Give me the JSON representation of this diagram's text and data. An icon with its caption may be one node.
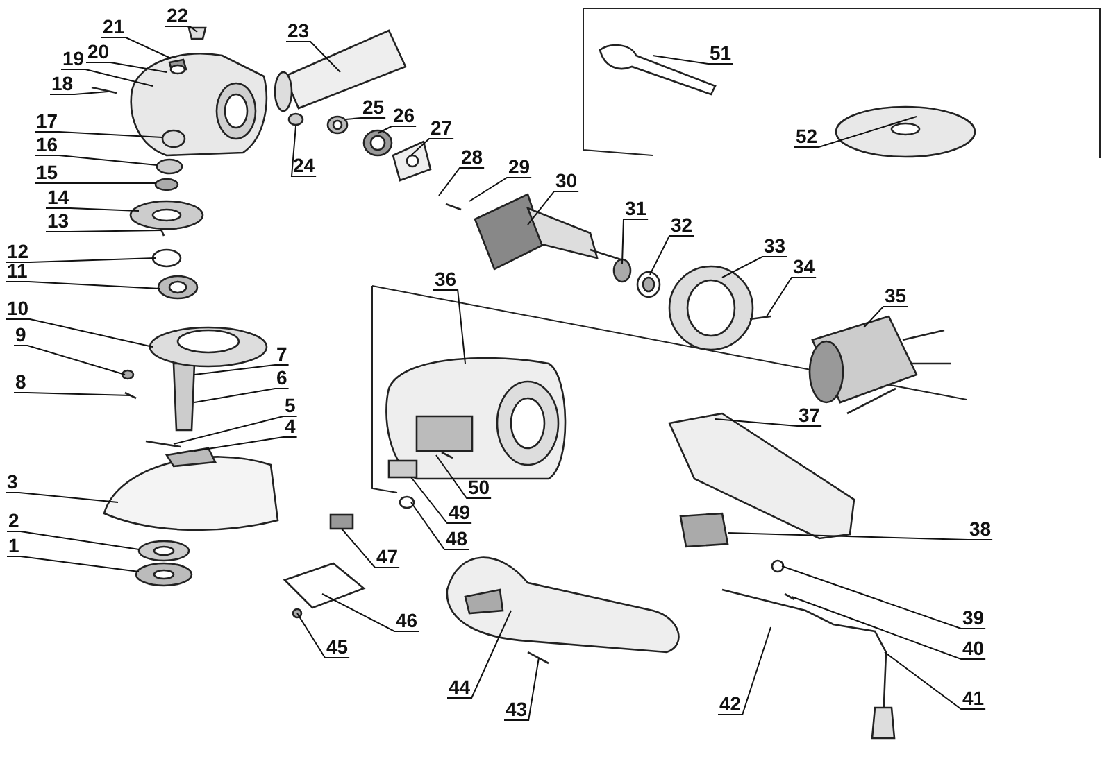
{
  "diagram": {
    "nodes": [
      {
        "text": [
          "1"
        ]
      },
      {
        "text": [
          "2"
        ]
      },
      {
        "text": [
          "3"
        ]
      },
      {
        "text": [
          "4"
        ]
      },
      {
        "text": [
          "5"
        ]
      },
      {
        "text": [
          "6"
        ]
      },
      {
        "text": [
          "7"
        ]
      },
      {
        "text": [
          "8"
        ]
      },
      {
        "text": [
          "9"
        ]
      },
      {
        "text": [
          "10"
        ]
      },
      {
        "text": [
          "11"
        ]
      },
      {
        "text": [
          "12"
        ]
      },
      {
        "text": [
          "13"
        ]
      },
      {
        "text": [
          "14"
        ]
      },
      {
        "text": [
          "15"
        ]
      },
      {
        "text": [
          "16"
        ]
      },
      {
        "text": [
          "17"
        ]
      },
      {
        "text": [
          "18"
        ]
      },
      {
        "text": [
          "19"
        ]
      },
      {
        "text": [
          "20"
        ]
      },
      {
        "text": [
          "21"
        ]
      },
      {
        "text": [
          "22"
        ]
      },
      {
        "text": [
          "23"
        ]
      },
      {
        "text": [
          "24"
        ]
      },
      {
        "text": [
          "25"
        ]
      },
      {
        "text": [
          "26"
        ]
      },
      {
        "text": [
          "27"
        ]
      },
      {
        "text": [
          "28"
        ]
      },
      {
        "text": [
          "29"
        ]
      },
      {
        "text": [
          "30"
        ]
      },
      {
        "text": [
          "31"
        ]
      },
      {
        "text": [
          "32"
        ]
      },
      {
        "text": [
          "33"
        ]
      },
      {
        "text": [
          "34"
        ]
      },
      {
        "text": [
          "35"
        ]
      },
      {
        "text": [
          "36"
        ]
      },
      {
        "text": [
          "37"
        ]
      },
      {
        "text": [
          "38"
        ]
      },
      {
        "text": [
          "39"
        ]
      },
      {
        "text": [
          "40"
        ]
      },
      {
        "text": [
          "41"
        ]
      },
      {
        "text": [
          "42"
        ]
      },
      {
        "text": [
          "43"
        ]
      },
      {
        "text": [
          "44"
        ]
      },
      {
        "text": [
          "45"
        ]
      },
      {
        "text": [
          "46"
        ]
      },
      {
        "text": [
          "47"
        ]
      },
      {
        "text": [
          "48"
        ]
      },
      {
        "text": [
          "49"
        ]
      },
      {
        "text": [
          "50"
        ]
      },
      {
        "text": [
          "51"
        ]
      },
      {
        "text": [
          "52"
        ]
      }
    ],
    "edges": [
      {
        "from": 0,
        "to": null,
        "arrow": "none"
      },
      {
        "from": 1,
        "to": null,
        "arrow": "none"
      },
      {
        "from": 2,
        "to": null,
        "arrow": "none"
      },
      {
        "from": 3,
        "to": null,
        "arrow": "none"
      },
      {
        "from": 4,
        "to": null,
        "arrow": "none"
      },
      {
        "from": 5,
        "to": null,
        "arrow": "none"
      },
      {
        "from": 6,
        "to": null,
        "arrow": "none"
      },
      {
        "from": 7,
        "to": null,
        "arrow": "none"
      },
      {
        "from": 8,
        "to": null,
        "arrow": "none"
      },
      {
        "from": 9,
        "to": null,
        "arrow": "none"
      },
      {
        "from": 10,
        "to": null,
        "arrow": "none"
      },
      {
        "from": 11,
        "to": null,
        "arrow": "none"
      },
      {
        "from": 12,
        "to": null,
        "arrow": "none"
      },
      {
        "from": 13,
        "to": null,
        "arrow": "none"
      },
      {
        "from": 14,
        "to": null,
        "arrow": "none"
      },
      {
        "from": 15,
        "to": null,
        "arrow": "none"
      },
      {
        "from": 16,
        "to": null,
        "arrow": "none"
      },
      {
        "from": 17,
        "to": null,
        "arrow": "none"
      },
      {
        "from": 18,
        "to": null,
        "arrow": "none"
      },
      {
        "from": 19,
        "to": null,
        "arrow": "none"
      },
      {
        "from": 20,
        "to": null,
        "arrow": "none"
      },
      {
        "from": 21,
        "to": null,
        "arrow": "none"
      },
      {
        "from": 22,
        "to": null,
        "arrow": "none"
      },
      {
        "from": 23,
        "to": null,
        "arrow": "none"
      },
      {
        "from": 24,
        "to": null,
        "arrow": "none"
      },
      {
        "from": 25,
        "to": null,
        "arrow": "none"
      },
      {
        "from": 26,
        "to": null,
        "arrow": "none"
      },
      {
        "from": 27,
        "to": null,
        "arrow": "none"
      },
      {
        "from": 28,
        "to": null,
        "arrow": "none"
      },
      {
        "from": 29,
        "to": null,
        "arrow": "none"
      },
      {
        "from": 30,
        "to": null,
        "arrow": "none"
      },
      {
        "from": 31,
        "to": null,
        "arrow": "none"
      },
      {
        "from": 32,
        "to": null,
        "arrow": "none"
      },
      {
        "from": 33,
        "to": null,
        "arrow": "none"
      },
      {
        "from": 34,
        "to": null,
        "arrow": "none"
      },
      {
        "from": 35,
        "to": null,
        "arrow": "none"
      },
      {
        "from": 36,
        "to": null,
        "arrow": "none"
      },
      {
        "from": 37,
        "to": null,
        "arrow": "none"
      },
      {
        "from": 38,
        "to": null,
        "arrow": "none"
      },
      {
        "from": 39,
        "to": null,
        "arrow": "none"
      },
      {
        "from": 40,
        "to": null,
        "arrow": "none"
      },
      {
        "from": 41,
        "to": null,
        "arrow": "none"
      },
      {
        "from": 42,
        "to": null,
        "arrow": "none"
      },
      {
        "from": 43,
        "to": null,
        "arrow": "none"
      },
      {
        "from": 44,
        "to": null,
        "arrow": "none"
      },
      {
        "from": 45,
        "to": null,
        "arrow": "none"
      },
      {
        "from": 46,
        "to": null,
        "arrow": "none"
      },
      {
        "from": 47,
        "to": null,
        "arrow": "none"
      },
      {
        "from": 48,
        "to": null,
        "arrow": "none"
      },
      {
        "from": 49,
        "to": null,
        "arrow": "none"
      },
      {
        "from": 50,
        "to": null,
        "arrow": "none"
      },
      {
        "from": 51,
        "to": null,
        "arrow": "none"
      }
    ]
  }
}
